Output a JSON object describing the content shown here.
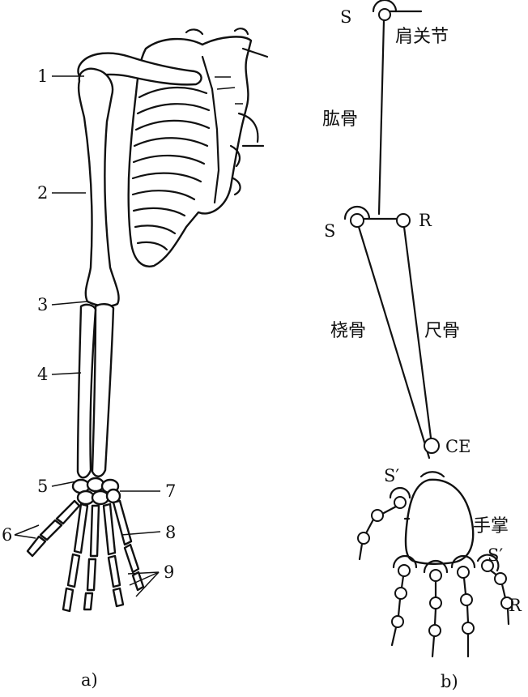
{
  "figure_a": {
    "caption": "a)",
    "numbers": [
      "1",
      "2",
      "3",
      "4",
      "5",
      "6",
      "7",
      "8",
      "9"
    ]
  },
  "figure_b": {
    "caption": "b)",
    "joint_labels": {
      "s_top": "S",
      "s_elbow": "S",
      "r_elbow": "R",
      "ce": "CE",
      "s_prime_wrist": "S′",
      "s_prime_hand": "S′",
      "r_hand": "R"
    },
    "segment_labels": {
      "shoulder_joint": "肩关节",
      "humerus": "肱骨",
      "radius": "桡骨",
      "ulna": "尺骨",
      "palm": "手掌"
    }
  }
}
